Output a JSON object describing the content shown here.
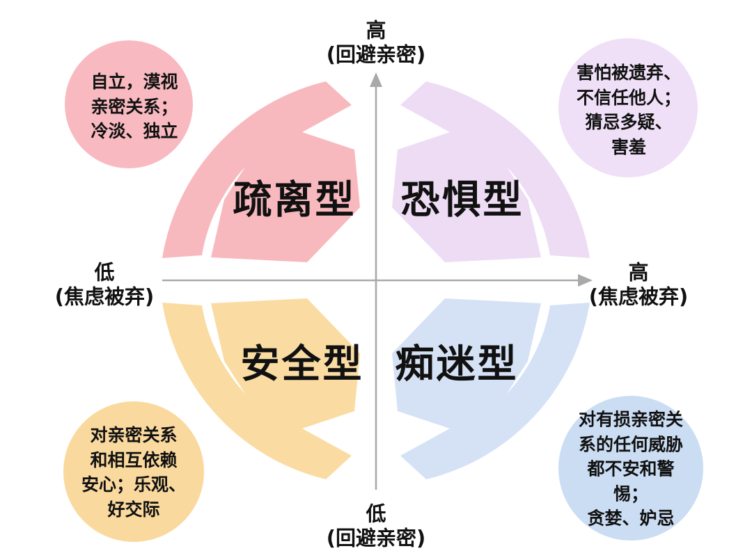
{
  "colors": {
    "axis": "#A9A9A9",
    "text": "#111111",
    "background": "#ffffff"
  },
  "axes": {
    "top_label": "高\n(回避亲密)",
    "bottom_label": "低\n(回避亲密)",
    "left_label": "低\n(焦虑被弃)",
    "right_label": "高\n(焦虑被弃)"
  },
  "quadrants": [
    {
      "id": "dismissive",
      "label": "疏离型",
      "color": "#F8B9BE",
      "bubble_color": "#F8BAC0",
      "bubble_text": "自立，漠视\n亲密关系；\n冷淡、独立"
    },
    {
      "id": "fearful",
      "label": "恐惧型",
      "color": "#EDDCF4",
      "bubble_color": "#EFE0F7",
      "bubble_text": "害怕被遗弃、\n不信任他人；\n猜忌多疑、\n害羞"
    },
    {
      "id": "secure",
      "label": "安全型",
      "color": "#FADCA2",
      "bubble_color": "#FAD99E",
      "bubble_text": "对亲密关系\n和相互依赖\n安心；乐观、\n好交际"
    },
    {
      "id": "preoccupied",
      "label": "痴迷型",
      "color": "#D5E2F5",
      "bubble_color": "#CBDDF3",
      "bubble_text": "对有损亲密关\n系的任何威胁\n都不安和警惕；\n贪婪、妒忌"
    }
  ]
}
